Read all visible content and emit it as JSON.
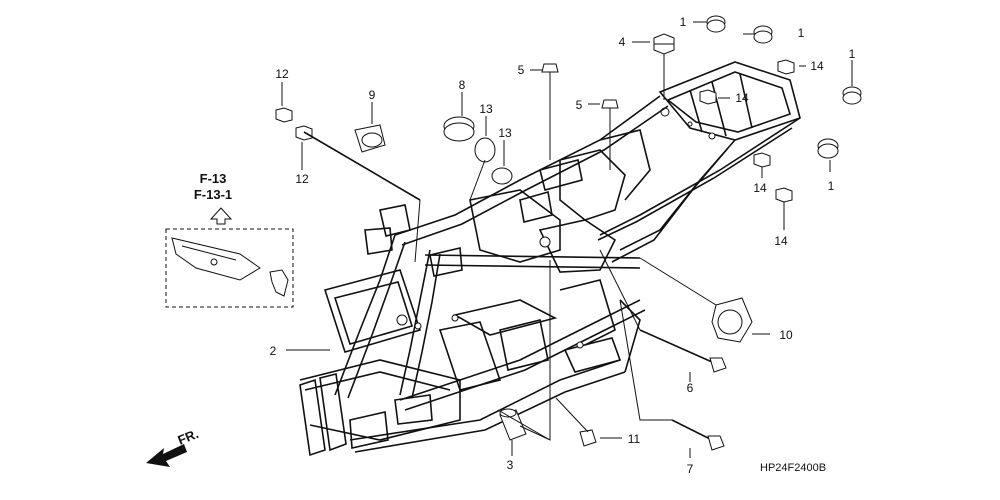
{
  "diagram": {
    "code": "HP24F2400B",
    "refs": [
      "F-13",
      "F-13-1"
    ],
    "direction_label": "FR.",
    "callouts": [
      {
        "id": "c1a",
        "text": "1"
      },
      {
        "id": "c1b",
        "text": "1"
      },
      {
        "id": "c1c",
        "text": "1"
      },
      {
        "id": "c1d",
        "text": "1"
      },
      {
        "id": "c2",
        "text": "2"
      },
      {
        "id": "c3",
        "text": "3"
      },
      {
        "id": "c4",
        "text": "4"
      },
      {
        "id": "c5a",
        "text": "5"
      },
      {
        "id": "c5b",
        "text": "5"
      },
      {
        "id": "c6",
        "text": "6"
      },
      {
        "id": "c7",
        "text": "7"
      },
      {
        "id": "c8",
        "text": "8"
      },
      {
        "id": "c9",
        "text": "9"
      },
      {
        "id": "c10",
        "text": "10"
      },
      {
        "id": "c11",
        "text": "11"
      },
      {
        "id": "c12a",
        "text": "12"
      },
      {
        "id": "c12b",
        "text": "12"
      },
      {
        "id": "c13a",
        "text": "13"
      },
      {
        "id": "c13b",
        "text": "13"
      },
      {
        "id": "c14a",
        "text": "14"
      },
      {
        "id": "c14b",
        "text": "14"
      },
      {
        "id": "c14c",
        "text": "14"
      },
      {
        "id": "c14d",
        "text": "14"
      }
    ]
  }
}
